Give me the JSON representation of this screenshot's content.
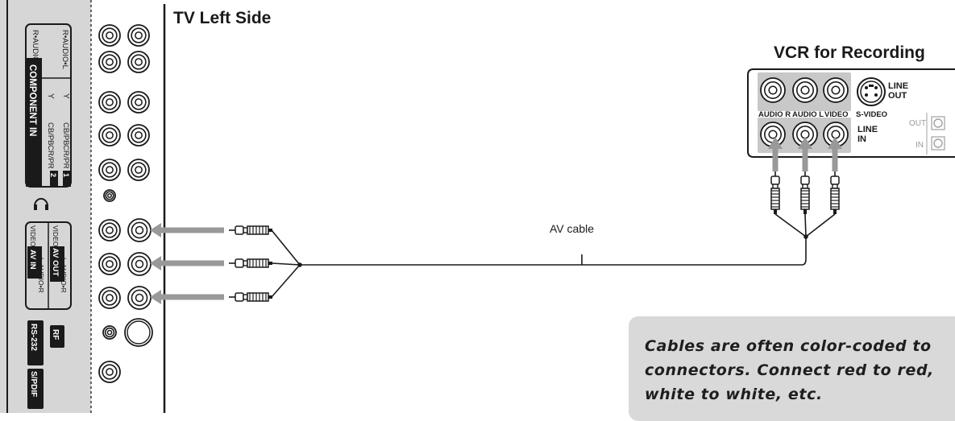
{
  "tv": {
    "title": "TV Left Side",
    "labels": {
      "r_audio_l_1": "R•AUDIO•L",
      "r_audio_l_2": "R•AUDIO•L",
      "y": "Y",
      "cb_pb": "CB/PB",
      "cr_pr": "CR/PR",
      "y2": "Y",
      "cb_pb2": "CB/PB",
      "cr_pr2": "CR/PR",
      "component_in": "COMPONENT IN",
      "num1": "1",
      "num2": "2",
      "video1": "VIDEO",
      "video2": "VIDEO",
      "av_in": "AV IN",
      "av_out": "AV OUT",
      "l_audio_r_1": "L•AUDIO•R",
      "l_audio_r_2": "L•AUDIO•R",
      "rs232": "RS-232",
      "rf": "RF",
      "spdif": "S/PDIF"
    }
  },
  "vcr": {
    "title": "VCR for Recording",
    "line_out": "LINE\nOUT",
    "line_out_1": "LINE",
    "line_out_2": "OUT",
    "line_in_1": "LINE",
    "line_in_2": "IN",
    "audio_r": "AUDIO R",
    "audio_l": "AUDIO L",
    "video": "VIDEO",
    "s_video": "S-VIDEO",
    "out": "OUT",
    "in": "IN"
  },
  "cable": {
    "label": "AV cable"
  },
  "note": {
    "line1": "Cables are often color-coded to",
    "line2": "connectors. Connect red to red,",
    "line3": "white to white, etc."
  },
  "colors": {
    "panel": "#d6d6d6",
    "arrow": "#999999",
    "line": "#1a1a1a",
    "note_bg": "#d9d9d9"
  }
}
